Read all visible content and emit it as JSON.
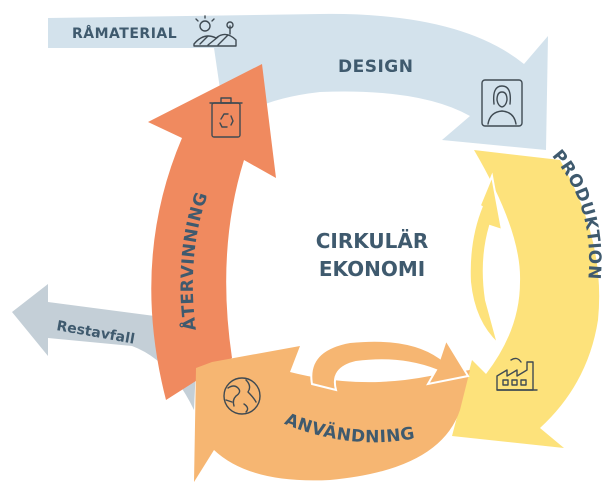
{
  "labels": {
    "raw_material": "RÅMATERIAL",
    "design": "DESIGN",
    "production": "PRODUKTION",
    "usage": "ANVÄNDNING",
    "recycling": "ÅTERVINNING",
    "residual_waste": "Restavfall",
    "center_line1": "CIRKULÄR",
    "center_line2": "EKONOMI"
  },
  "colors": {
    "design": "#d3e2ec",
    "production": "#fde27b",
    "usage": "#f6b672",
    "recycling": "#f08a5f",
    "residual": "#c4cfd7",
    "text": "#3f5a6e"
  },
  "icons": {
    "raw_material": "landscape-icon",
    "design": "person-icon",
    "production": "factory-icon",
    "usage": "globe-icon",
    "recycling": "recycle-bin-icon"
  }
}
